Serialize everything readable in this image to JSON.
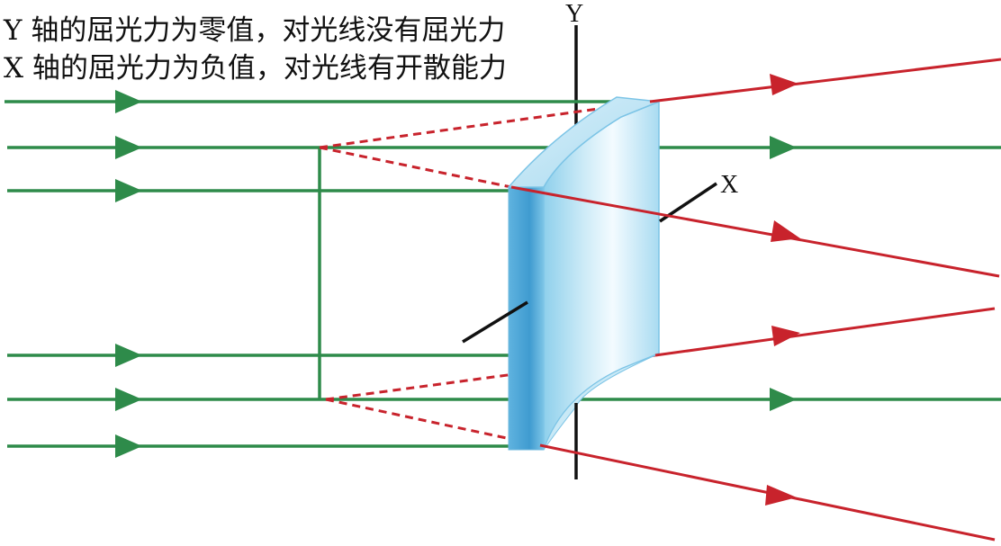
{
  "caption": {
    "line1": "Y 轴的屈光力为零值，对光线没有屈光力",
    "line2": "X 轴的屈光力为负值，对光线有开散能力"
  },
  "axes": {
    "y_label": "Y",
    "x_label": "X"
  },
  "colors": {
    "incident_ray": "#2e8b4a",
    "refracted_ray": "#c8232c",
    "axis_line": "#111111",
    "lens_face": "#bfe3f3",
    "lens_edge": "#4fa6d3"
  },
  "rays": {
    "incident_count": 6,
    "refracted_count": 4,
    "passthrough_count": 2
  }
}
